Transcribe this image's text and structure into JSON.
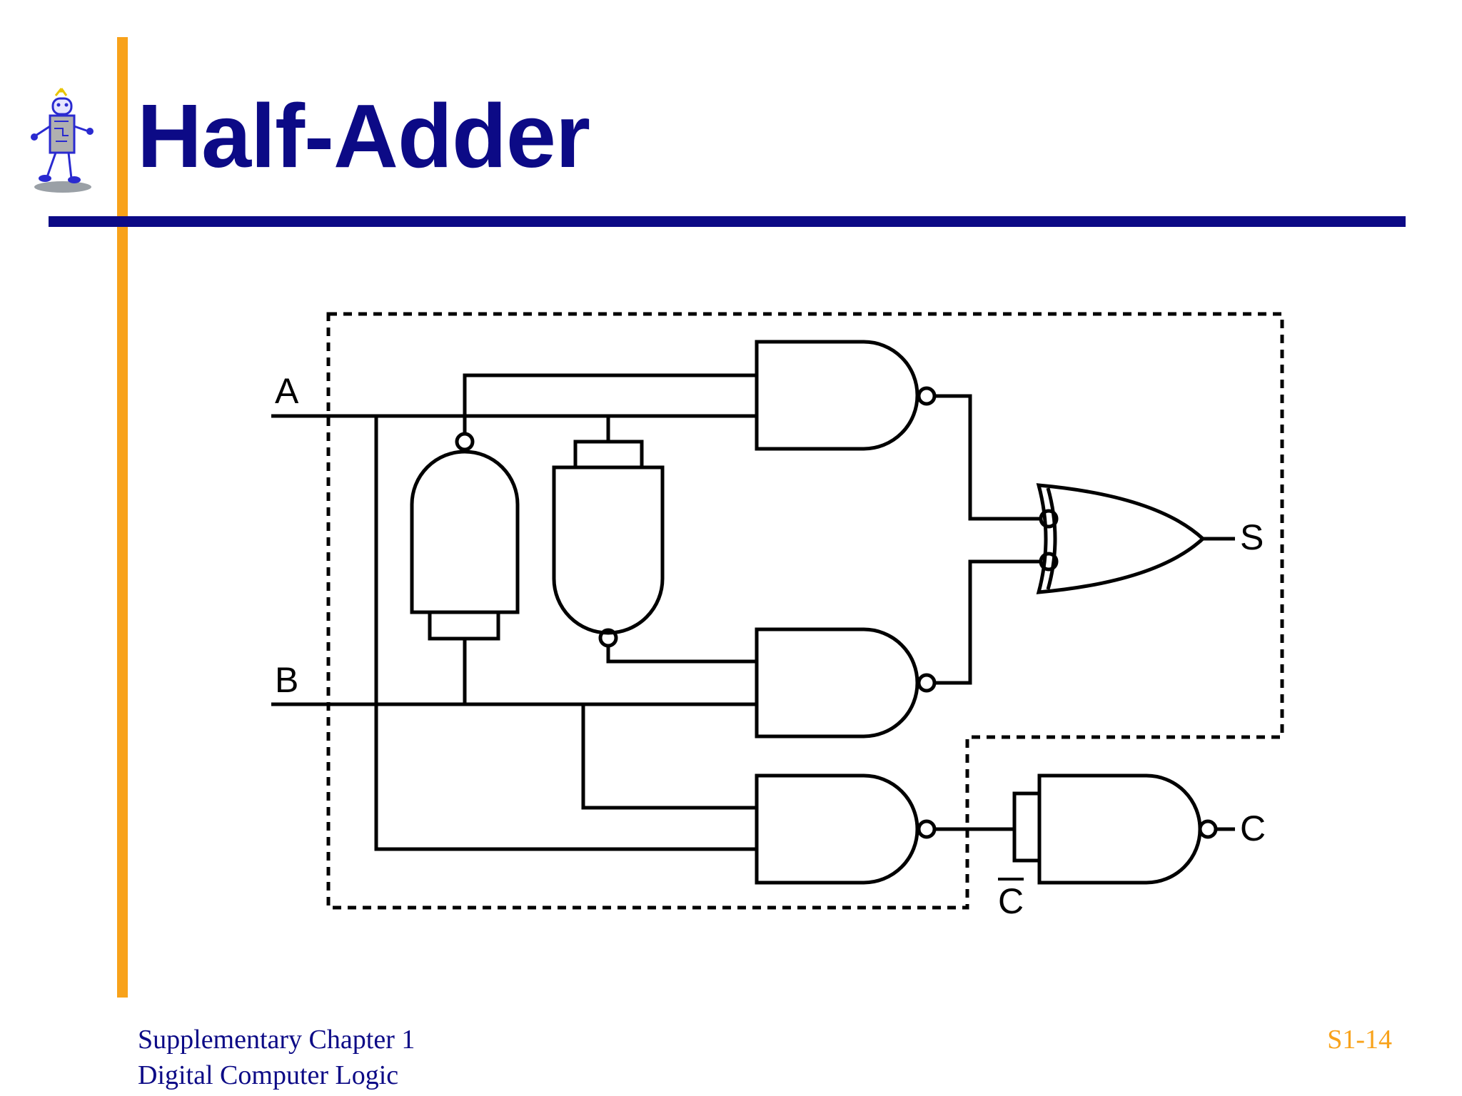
{
  "slide": {
    "title": "Half-Adder",
    "footer_line1": "Supplementary Chapter 1",
    "footer_line2": "Digital Computer Logic",
    "page_number": "S1-14"
  },
  "diagram": {
    "input_a": "A",
    "input_b": "B",
    "output_s": "S",
    "output_c": "C",
    "carry_complement": "C"
  },
  "colors": {
    "title_blue": "#0c0a86",
    "accent_orange": "#f8a21a",
    "wire_black": "#000000"
  },
  "icons": [
    "robot-mascot-icon"
  ]
}
